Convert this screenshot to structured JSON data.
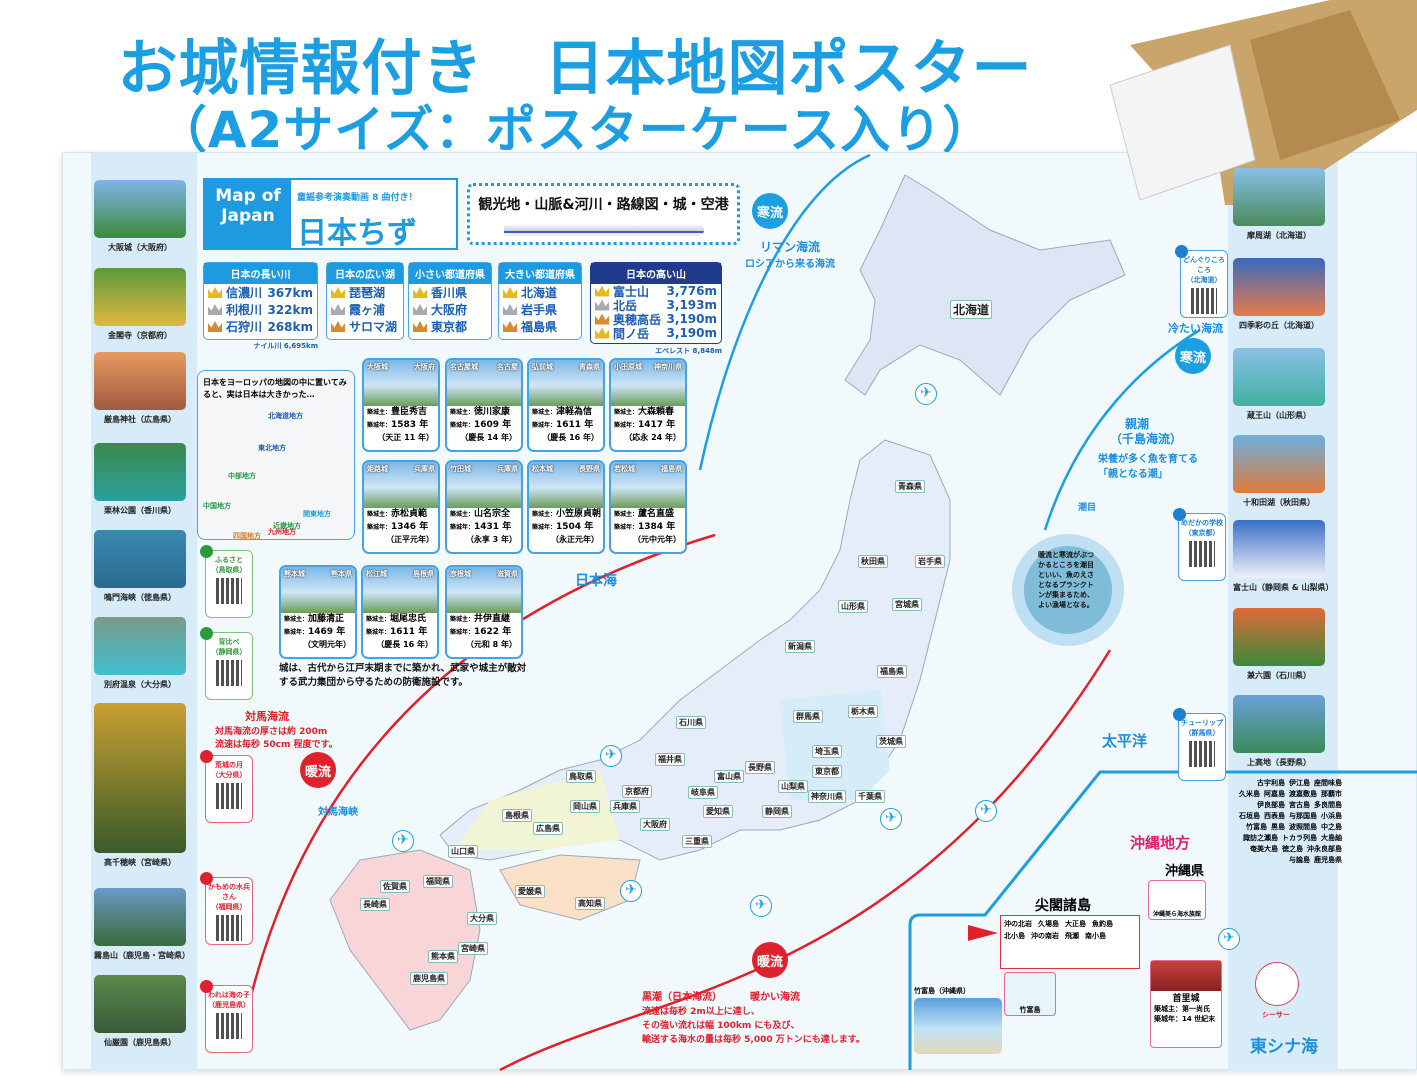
{
  "title": {
    "line1": "お城情報付き　日本地図ポスター",
    "line2": "（A2サイズ：ポスターケース入り）"
  },
  "colors": {
    "title": "#1c9fe2",
    "warm_current": "#e0202a",
    "cold_current": "#1c9fe2",
    "navy": "#203a8c",
    "box": "#c9a56c"
  },
  "header": {
    "map_of": "Map of Japan",
    "subtitle": "童謡参考演奏動画 8 曲付き！",
    "name": "日本ちず",
    "banner": "観光地・山脈&河川・路線図・城・空港"
  },
  "rankings": [
    {
      "title": "日本の長い川",
      "items": [
        {
          "name": "信濃川",
          "value": "367km"
        },
        {
          "name": "利根川",
          "value": "322km"
        },
        {
          "name": "石狩川",
          "value": "268km"
        }
      ],
      "note": "ナイル川 6,695km"
    },
    {
      "title": "日本の広い湖",
      "items": [
        {
          "name": "琵琶湖"
        },
        {
          "name": "霞ヶ浦"
        },
        {
          "name": "サロマ湖"
        }
      ]
    },
    {
      "title": "小さい都道府県",
      "items": [
        {
          "name": "香川県"
        },
        {
          "name": "大阪府"
        },
        {
          "name": "東京都"
        }
      ]
    },
    {
      "title": "大きい都道府県",
      "items": [
        {
          "name": "北海道"
        },
        {
          "name": "岩手県"
        },
        {
          "name": "福島県"
        }
      ]
    },
    {
      "title": "日本の高い山",
      "items": [
        {
          "name": "富士山",
          "value": "3,776m"
        },
        {
          "name": "北岳",
          "value": "3,193m"
        },
        {
          "name": "奥穂高岳",
          "value": "3,190m"
        },
        {
          "name": "間ノ岳",
          "value": "3,190m"
        }
      ],
      "note": "エベレスト 8,848m"
    }
  ],
  "europe": {
    "text": "日本をヨーロッパの地図の中に置いてみると、実は日本は大きかった…",
    "regions": [
      "北海道地方",
      "東北地方",
      "中部地方",
      "中国地方",
      "関東地方",
      "近畿地方",
      "四国地方",
      "九州地方"
    ]
  },
  "castles": [
    {
      "name": "大阪城",
      "pref": "大阪府",
      "builder": "豊臣秀吉",
      "year": "1583 年",
      "era": "（天正 11 年）"
    },
    {
      "name": "名古屋城",
      "pref": "名古屋",
      "builder": "徳川家康",
      "year": "1609 年",
      "era": "（慶長 14 年）"
    },
    {
      "name": "弘前城",
      "pref": "青森県",
      "builder": "津軽為信",
      "year": "1611 年",
      "era": "（慶長 16 年）"
    },
    {
      "name": "小田原城",
      "pref": "神奈川県",
      "builder": "大森頼春",
      "year": "1417 年",
      "era": "（応永 24 年）"
    },
    {
      "name": "姫路城",
      "pref": "兵庫県",
      "builder": "赤松貞範",
      "year": "1346 年",
      "era": "（正平元年）"
    },
    {
      "name": "竹田城",
      "pref": "兵庫県",
      "builder": "山名宗全",
      "year": "1431 年",
      "era": "（永享 3 年）"
    },
    {
      "name": "松本城",
      "pref": "長野県",
      "builder": "小笠原貞朝",
      "year": "1504 年",
      "era": "（永正元年）"
    },
    {
      "name": "若松城",
      "pref": "福島県",
      "builder": "蘆名直盛",
      "year": "1384 年",
      "era": "（元中元年）"
    },
    {
      "name": "熊本城",
      "pref": "熊本県",
      "builder": "加藤清正",
      "year": "1469 年",
      "era": "（文明元年）"
    },
    {
      "name": "松江城",
      "pref": "島根県",
      "builder": "堀尾忠氏",
      "year": "1611 年",
      "era": "（慶長 16 年）"
    },
    {
      "name": "彦根城",
      "pref": "滋賀県",
      "builder": "井伊直継",
      "year": "1622 年",
      "era": "（元和 8 年）"
    }
  ],
  "castle_labels": {
    "builder": "築城主：",
    "year": "築城年："
  },
  "castle_note": "城は、古代から江戸末期までに築かれ、武家や城主が敵対する武力集団から守るための防衛施設です。",
  "left_photos": [
    "大阪城（大阪府）",
    "金閣寺（京都府）",
    "厳島神社（広島県）",
    "栗林公園（香川県）",
    "鳴門海峡（徳島県）",
    "別府温泉（大分県）",
    "高千穂峡（宮崎県）",
    "霧島山（鹿児島・宮崎県）",
    "仙巌園（鹿児島県）"
  ],
  "right_photos": [
    "摩周湖（北海道）",
    "四季彩の丘（北海道）",
    "蔵王山（山形県）",
    "十和田湖（秋田県）",
    "富士山（静岡県 & 山梨県）",
    "兼六園（石川県）",
    "上高地（長野県）"
  ],
  "songs": [
    {
      "title": "ふるさと",
      "pref": "（鳥取県）"
    },
    {
      "title": "背比べ",
      "pref": "（静岡県）"
    },
    {
      "title": "荒城の月",
      "pref": "（大分県）"
    },
    {
      "title": "かもめの水兵さん",
      "pref": "（福岡県）"
    },
    {
      "title": "われは海の子",
      "pref": "（鹿児島県）"
    },
    {
      "title": "どんぐりころころ",
      "pref": "（北海道）"
    },
    {
      "title": "めだかの学校",
      "pref": "（東京都）"
    },
    {
      "title": "チューリップ",
      "pref": "（群馬県）"
    }
  ],
  "currents": {
    "cold": "寒流",
    "warm": "暖流",
    "liman": "リマン海流",
    "liman_desc": "ロシアから来る海流",
    "cold_desc": "冷たい海流",
    "oyashio": "親潮",
    "oyashio_sub": "（千島海流）",
    "oyashio_desc1": "栄養が多く魚を育てる",
    "oyashio_desc2": "「親となる潮」",
    "shiome": "潮目",
    "shiome_desc": "暖流と寒流がぶつかるところを潮目といい、魚のえさとなるプランクトンが集まるため、よい漁場となる。",
    "tsushima": "対馬海流",
    "tsushima_desc1": "対馬海流の厚さは約 200m",
    "tsushima_desc2": "流速は毎秒 50cm 程度です。",
    "kuroshio": "黒潮（日本海流）",
    "warm_desc": "暖かい海流",
    "kuroshio_desc1": "流速は毎秒 2m以上に達し、",
    "kuroshio_desc2": "その強い流れは幅 100km にも及び、",
    "kuroshio_desc3": "輸送する海水の量は毎秒 5,000 万トンにも達します。"
  },
  "seas": {
    "japan_sea": "日本海",
    "pacific": "太平洋",
    "tsushima_strait": "対馬海峡",
    "east_china_sea": "東シナ海"
  },
  "prefectures": [
    "北海道",
    "青森県",
    "岩手県",
    "秋田県",
    "宮城県",
    "山形県",
    "福島県",
    "新潟県",
    "群馬県",
    "栃木県",
    "茨城県",
    "埼玉県",
    "千葉県",
    "東京都",
    "神奈川県",
    "長野県",
    "山梨県",
    "静岡県",
    "富山県",
    "石川県",
    "福井県",
    "岐阜県",
    "愛知県",
    "三重県",
    "京都府",
    "兵庫県",
    "大阪府",
    "鳥取県",
    "島根県",
    "岡山県",
    "広島県",
    "山口県",
    "愛媛県",
    "高知県",
    "福岡県",
    "佐賀県",
    "長崎県",
    "大分県",
    "熊本県",
    "宮崎県",
    "鹿児島県"
  ],
  "okinawa": {
    "region": "沖縄地方",
    "pref": "沖縄県",
    "senkaku": "尖閣諸島",
    "senkaku_islands": [
      "沖の北岩",
      "久場島",
      "大正島",
      "魚釣島",
      "北小島",
      "沖の南岩",
      "飛瀬",
      "南小島"
    ],
    "islands": [
      "古宇利島",
      "伊江島",
      "座間味島",
      "久米島",
      "阿嘉島",
      "渡嘉敷島",
      "那覇市",
      "伊良部島",
      "宮古島",
      "多良間島",
      "石垣島",
      "西表島",
      "与那国島",
      "小浜島",
      "竹富島",
      "黒島",
      "波照間島",
      "中之島",
      "諏訪之瀬島",
      "トカラ列島",
      "大島紬",
      "奄美大島",
      "徳之島",
      "沖永良部島",
      "与論島",
      "鹿児島県"
    ],
    "aquarium": "沖縄美ら海水族館",
    "taketomi": "竹富島",
    "taketomi_photo": "竹富島（沖縄県）",
    "shisa": "シーサー",
    "shuri": {
      "name": "首里城",
      "builder": "第一尚氏",
      "year": "14 世紀末"
    }
  }
}
